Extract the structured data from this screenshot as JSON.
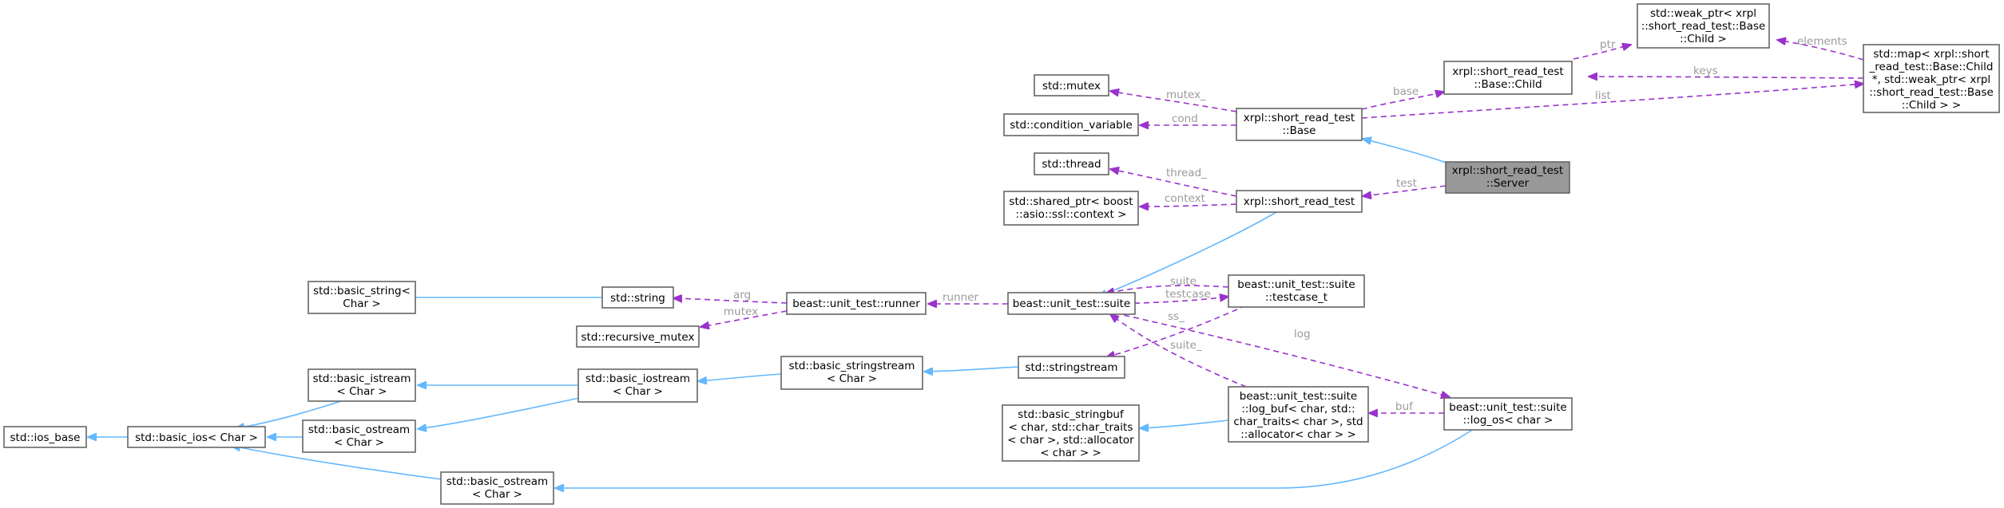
{
  "nodes": {
    "server": [
      "xrpl::short_read_test",
      "::Server"
    ],
    "base": [
      "xrpl::short_read_test",
      "::Base"
    ],
    "short_read_test": [
      "xrpl::short_read_test"
    ],
    "base_child": [
      "xrpl::short_read_test",
      "::Base::Child"
    ],
    "weak_ptr": [
      "std::weak_ptr< xrpl",
      "::short_read_test::Base",
      "::Child >"
    ],
    "map": [
      "std::map< xrpl::short",
      "_read_test::Base::Child",
      " *, std::weak_ptr< xrpl",
      "::short_read_test::Base",
      "::Child > >"
    ],
    "mutex": [
      "std::mutex"
    ],
    "condition_variable": [
      "std::condition_variable"
    ],
    "thread": [
      "std::thread"
    ],
    "shared_ptr": [
      "std::shared_ptr< boost",
      "::asio::ssl::context >"
    ],
    "suite": [
      "beast::unit_test::suite"
    ],
    "runner": [
      "beast::unit_test::runner"
    ],
    "testcase_t": [
      "beast::unit_test::suite",
      "::testcase_t"
    ],
    "string": [
      "std::string"
    ],
    "basic_string": [
      "std::basic_string<",
      " Char >"
    ],
    "recursive_mutex": [
      "std::recursive_mutex"
    ],
    "stringstream": [
      "std::stringstream"
    ],
    "basic_stringstream": [
      "std::basic_stringstream",
      "< Char >"
    ],
    "basic_iostream": [
      "std::basic_iostream",
      "< Char >"
    ],
    "basic_istream": [
      "std::basic_istream",
      "< Char >"
    ],
    "basic_ostream_mid": [
      "std::basic_ostream",
      "< Char >"
    ],
    "basic_ios": [
      "std::basic_ios< Char >"
    ],
    "ios_base": [
      "std::ios_base"
    ],
    "basic_ostream_low": [
      "std::basic_ostream",
      "< Char >"
    ],
    "basic_stringbuf": [
      "std::basic_stringbuf",
      "< char, std::char_traits",
      "< char >, std::allocator",
      "< char > >"
    ],
    "log_buf": [
      "beast::unit_test::suite",
      "::log_buf< char, std::",
      "char_traits< char >, std",
      "::allocator< char > >"
    ],
    "log_os": [
      "beast::unit_test::suite",
      "::log_os< char >"
    ]
  },
  "edge_labels": {
    "ptr": "ptr",
    "elements": "elements",
    "base": "base",
    "keys": "keys",
    "list": "list",
    "mutex_": "mutex_",
    "cond": "cond",
    "thread_": "thread_",
    "context": "context",
    "test": "test",
    "suite": "suite",
    "testcase": "testcase",
    "runner": "runner",
    "arg": "arg",
    "mutex": "mutex",
    "ss_": "ss_",
    "suite_": "suite_",
    "log": "log",
    "buf": "buf"
  },
  "colors": {
    "inheritance_edge": "#63b8ff",
    "usage_edge": "#9a32cd",
    "edge_label": "#9a9a9a",
    "highlight_node": "#999999"
  }
}
